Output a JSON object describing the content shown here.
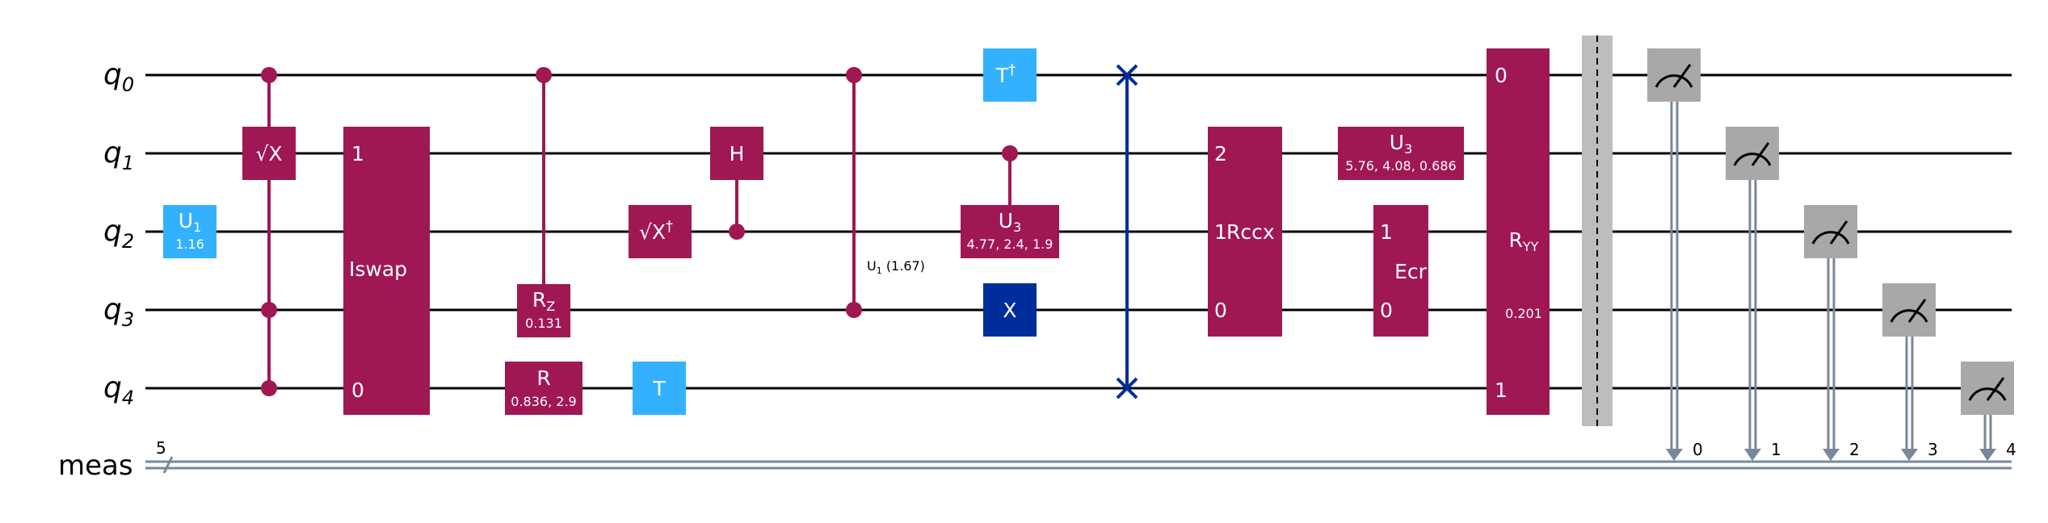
{
  "colors": {
    "wire": "#000000",
    "controlled": "#9f1853",
    "light_blue": "#33b1ff",
    "dark_blue": "#002d9c",
    "measure": "#a8a8a8",
    "classical": "#778899",
    "barrier": "#bdbdbd"
  },
  "qubits": [
    "q0",
    "q1",
    "q2",
    "q3",
    "q4"
  ],
  "qubit_letters": [
    "q",
    "q",
    "q",
    "q",
    "q"
  ],
  "qubit_indices": [
    "0",
    "1",
    "2",
    "3",
    "4"
  ],
  "classical_register": {
    "label": "meas",
    "size": "5"
  },
  "gates": {
    "u1": {
      "label": "U",
      "sub": "1",
      "param": "1.16"
    },
    "sx": {
      "label": "√X"
    },
    "iswap": {
      "label": "Iswap",
      "port_top": "1",
      "port_bottom": "0"
    },
    "rz": {
      "label": "R",
      "sub": "Z",
      "param": "0.131"
    },
    "r": {
      "label": "R",
      "param": "0.836, 2.9"
    },
    "sxdg": {
      "label": "√X",
      "sup": "†"
    },
    "t": {
      "label": "T"
    },
    "h": {
      "label": "H"
    },
    "cu1": {
      "label": "U",
      "sub": "1",
      "param": "(1.67)"
    },
    "tdg": {
      "label": "T",
      "sup": "†"
    },
    "cu3": {
      "label": "U",
      "sub": "3",
      "param": "4.77, 2.4, 1.9"
    },
    "x": {
      "label": "X"
    },
    "rccx": {
      "label": "Rccx",
      "port_top": "2",
      "port_mid": "1",
      "port_bottom": "0"
    },
    "u3": {
      "label": "U",
      "sub": "3",
      "param": "5.76, 4.08, 0.686"
    },
    "ecr": {
      "label": "Ecr",
      "port_top": "1",
      "port_bottom": "0"
    },
    "ryy": {
      "label": "R",
      "sub": "YY",
      "param": "0.201",
      "port_top": "0",
      "port_bottom": "1"
    }
  },
  "measure_bits": [
    "0",
    "1",
    "2",
    "3",
    "4"
  ]
}
